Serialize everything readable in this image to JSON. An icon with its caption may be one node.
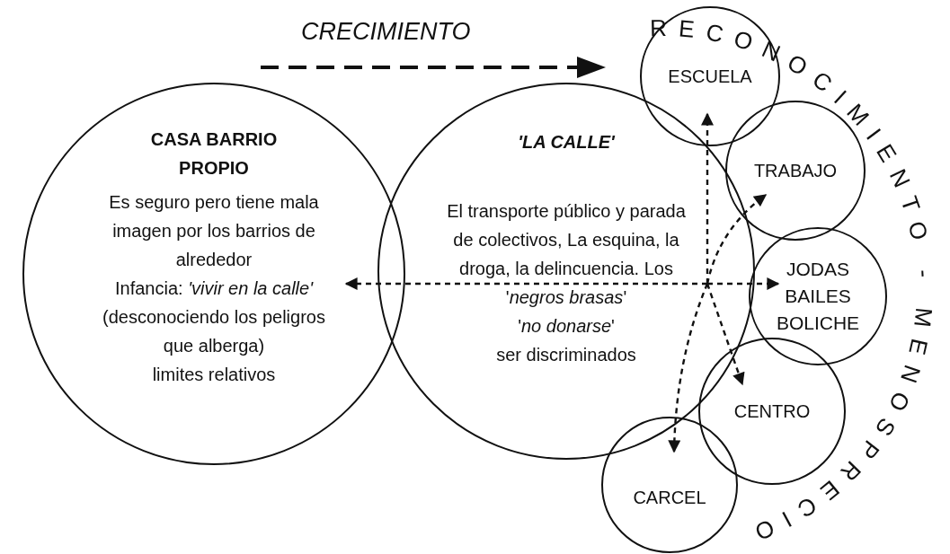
{
  "diagram": {
    "nodes": [
      {
        "text": [
          "CASA BARRIO PROPIO",
          "Es seguro pero tiene mala imagen por los barrios de alrededor",
          "Infancia: *'vivir en la calle'*",
          "(desconociendo los peligros que alberga)",
          "limites relativos"
        ]
      },
      {
        "text": [
          "'LA CALLE'",
          "El transporte público y parada de colectivos, La esquina, la droga, la delincuencia. Los '*negros brasas*'",
          "'*no donarse*'",
          "ser discriminados"
        ]
      },
      {
        "text": [
          "ESCUELA"
        ]
      },
      {
        "text": [
          "TRABAJO"
        ]
      },
      {
        "text": [
          "JODAS BAILES BOLICHE"
        ]
      },
      {
        "text": [
          "CENTRO"
        ]
      },
      {
        "text": [
          "CARCEL"
        ]
      }
    ],
    "edges": [
      {
        "from": 1,
        "to": 0,
        "arrow": "to",
        "style": "dashed"
      },
      {
        "from": 1,
        "to": 2,
        "arrow": "to",
        "style": "dashed"
      },
      {
        "from": 1,
        "to": 3,
        "arrow": "to",
        "style": "dashed"
      },
      {
        "from": 1,
        "to": 4,
        "arrow": "to",
        "style": "dashed"
      },
      {
        "from": 1,
        "to": 5,
        "arrow": "to",
        "style": "dashed"
      },
      {
        "from": 1,
        "to": 6,
        "arrow": "to",
        "style": "dashed"
      }
    ],
    "labels": [
      "CRECIMIENTO",
      "RECONOCIMIENTO - MENOSPRECIO"
    ]
  }
}
